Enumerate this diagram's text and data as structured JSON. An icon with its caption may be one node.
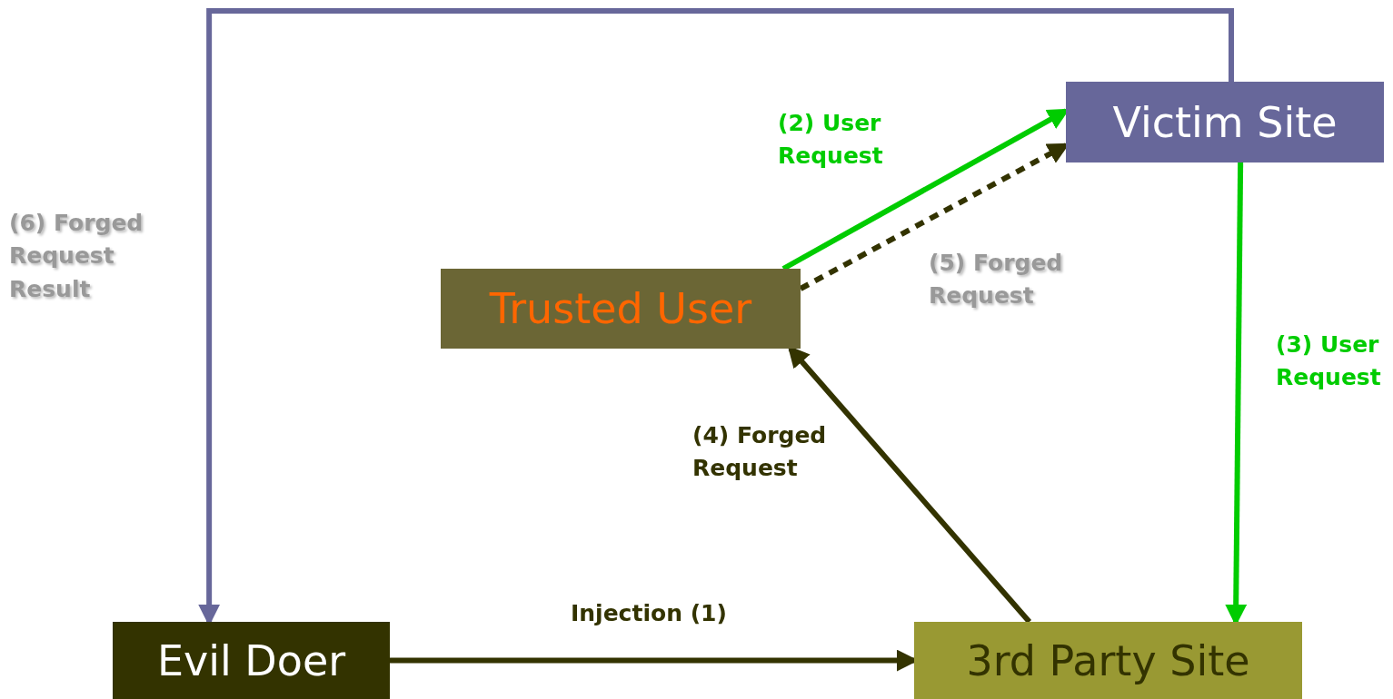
{
  "diagram": {
    "nodes": [
      {
        "text": [
          "Victim Site"
        ]
      },
      {
        "text": [
          "Trusted User"
        ]
      },
      {
        "text": [
          "Evil Doer"
        ]
      },
      {
        "text": [
          "3rd Party Site"
        ]
      }
    ],
    "edges": [
      {
        "from": 2,
        "to": 3,
        "arrow": "to",
        "label": "Injection (1)"
      },
      {
        "from": 1,
        "to": 0,
        "arrow": "to",
        "label": "(2) User Request",
        "color": "#00cc00"
      },
      {
        "from": 0,
        "to": 3,
        "arrow": "to",
        "label": "(3) User Request",
        "color": "#00cc00"
      },
      {
        "from": 3,
        "to": 1,
        "arrow": "to",
        "label": "(4) Forged Request"
      },
      {
        "from": 1,
        "to": 0,
        "arrow": "to",
        "label": "(5) Forged Request",
        "style": "dashed"
      },
      {
        "from": 0,
        "to": 2,
        "arrow": "to",
        "label": "(6) Forged Request Result",
        "color": "#67679a"
      }
    ]
  }
}
